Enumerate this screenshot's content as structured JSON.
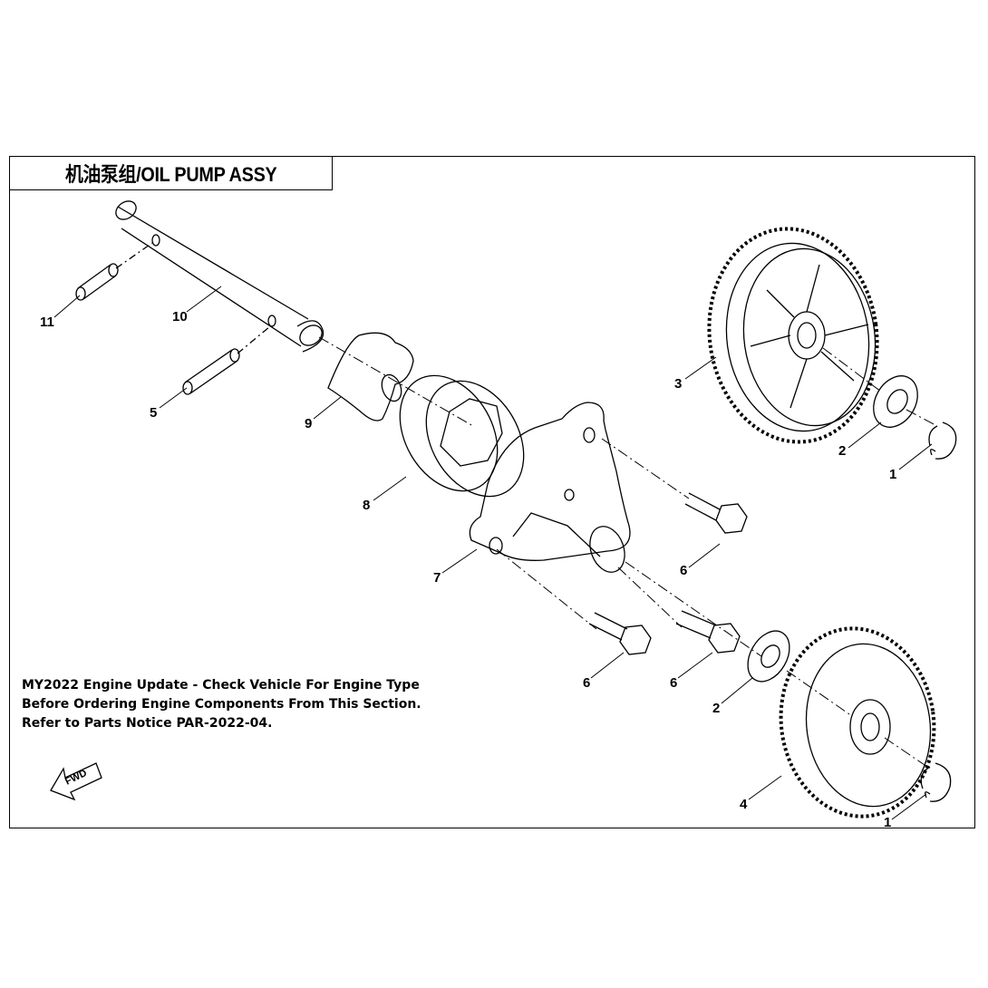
{
  "title": "机油泵组/OIL PUMP ASSY",
  "notice_lines": [
    "MY2022 Engine Update - Check Vehicle For Engine Type",
    "Before Ordering Engine Components From This Section.",
    "Refer to Parts Notice PAR-2022-04."
  ],
  "fwd_label": "FWD",
  "callouts": {
    "c11": "11",
    "c10": "10",
    "c5": "5",
    "c9": "9",
    "c8": "8",
    "c7": "7",
    "c3": "3",
    "c2a": "2",
    "c1a": "1",
    "c6a": "6",
    "c6b": "6",
    "c6c": "6",
    "c2b": "2",
    "c4": "4",
    "c1b": "1"
  }
}
